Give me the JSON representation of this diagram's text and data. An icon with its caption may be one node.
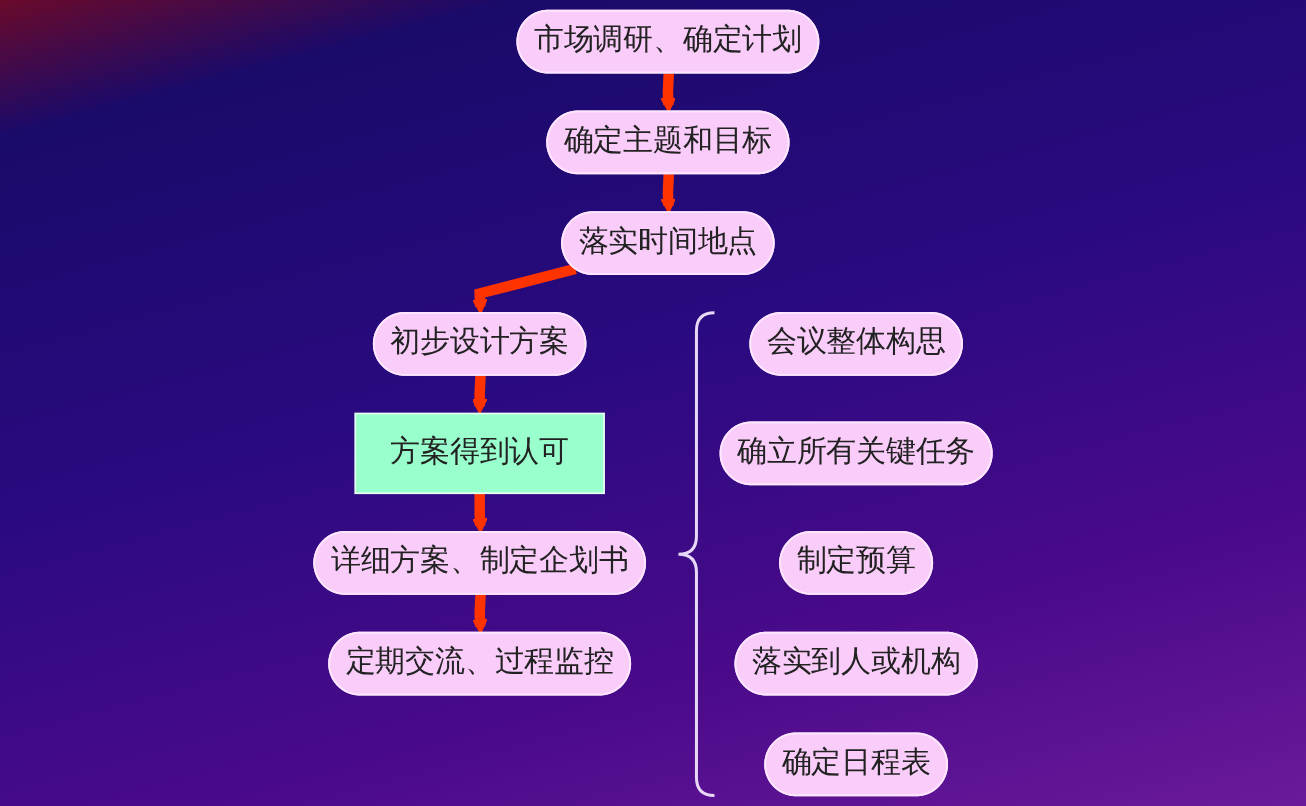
{
  "diagram": {
    "nodes": [
      {
        "text": [
          "市场调研、确定计划"
        ]
      },
      {
        "text": [
          "确定主题和目标"
        ]
      },
      {
        "text": [
          "落实时间地点"
        ]
      },
      {
        "text": [
          "初步设计方案"
        ]
      },
      {
        "text": [
          "方案得到认可"
        ]
      },
      {
        "text": [
          "详细方案、制定企划书"
        ]
      },
      {
        "text": [
          "定期交流、过程监控"
        ]
      },
      {
        "text": [
          "会议整体构思"
        ]
      },
      {
        "text": [
          "确立所有关键任务"
        ]
      },
      {
        "text": [
          "制定预算"
        ]
      },
      {
        "text": [
          "落实到人或机构"
        ]
      },
      {
        "text": [
          "确定日程表"
        ]
      }
    ],
    "edges": [
      {
        "from": 0,
        "to": 1,
        "arrow": "to"
      },
      {
        "from": 1,
        "to": 2,
        "arrow": "to"
      },
      {
        "from": 2,
        "to": 3,
        "arrow": "to"
      },
      {
        "from": 3,
        "to": 4,
        "arrow": "to"
      },
      {
        "from": 4,
        "to": 5,
        "arrow": "to"
      },
      {
        "from": 5,
        "to": 6,
        "arrow": "to"
      }
    ]
  }
}
